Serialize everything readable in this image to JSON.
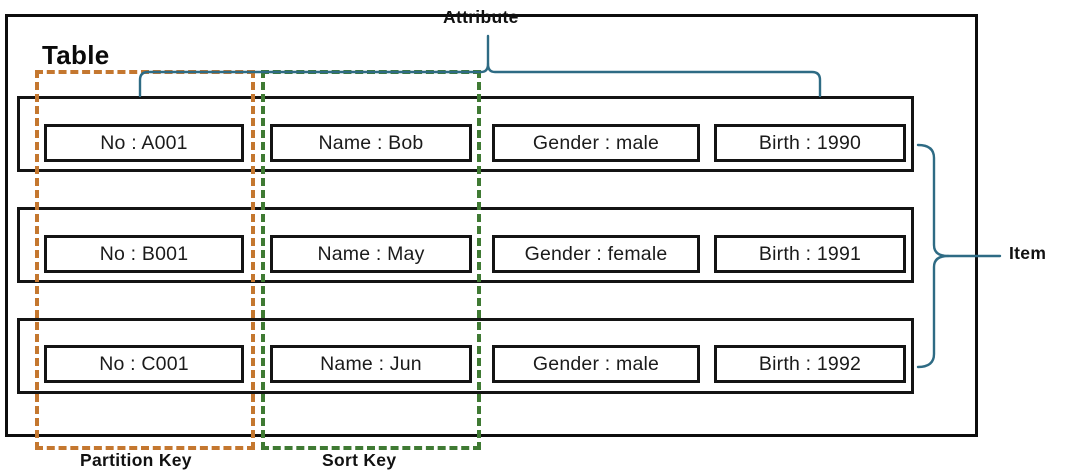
{
  "diagram": {
    "title_label": "Table",
    "attribute_label": "Attribute",
    "item_label": "Item",
    "partition_key_label": "Partition Key",
    "sort_key_label": "Sort Key",
    "colors": {
      "partition_key": "#c4772f",
      "sort_key": "#3f7a33",
      "brace": "#2e6b84",
      "border": "#141414",
      "text": "#1b1b1b",
      "background": "#ffffff"
    },
    "rows": [
      {
        "cells": [
          "No : A001",
          "Name : Bob",
          "Gender : male",
          "Birth : 1990"
        ]
      },
      {
        "cells": [
          "No : B001",
          "Name : May",
          "Gender : female",
          "Birth : 1991"
        ]
      },
      {
        "cells": [
          "No : C001",
          "Name : Jun",
          "Gender : male",
          "Birth : 1992"
        ]
      }
    ]
  }
}
